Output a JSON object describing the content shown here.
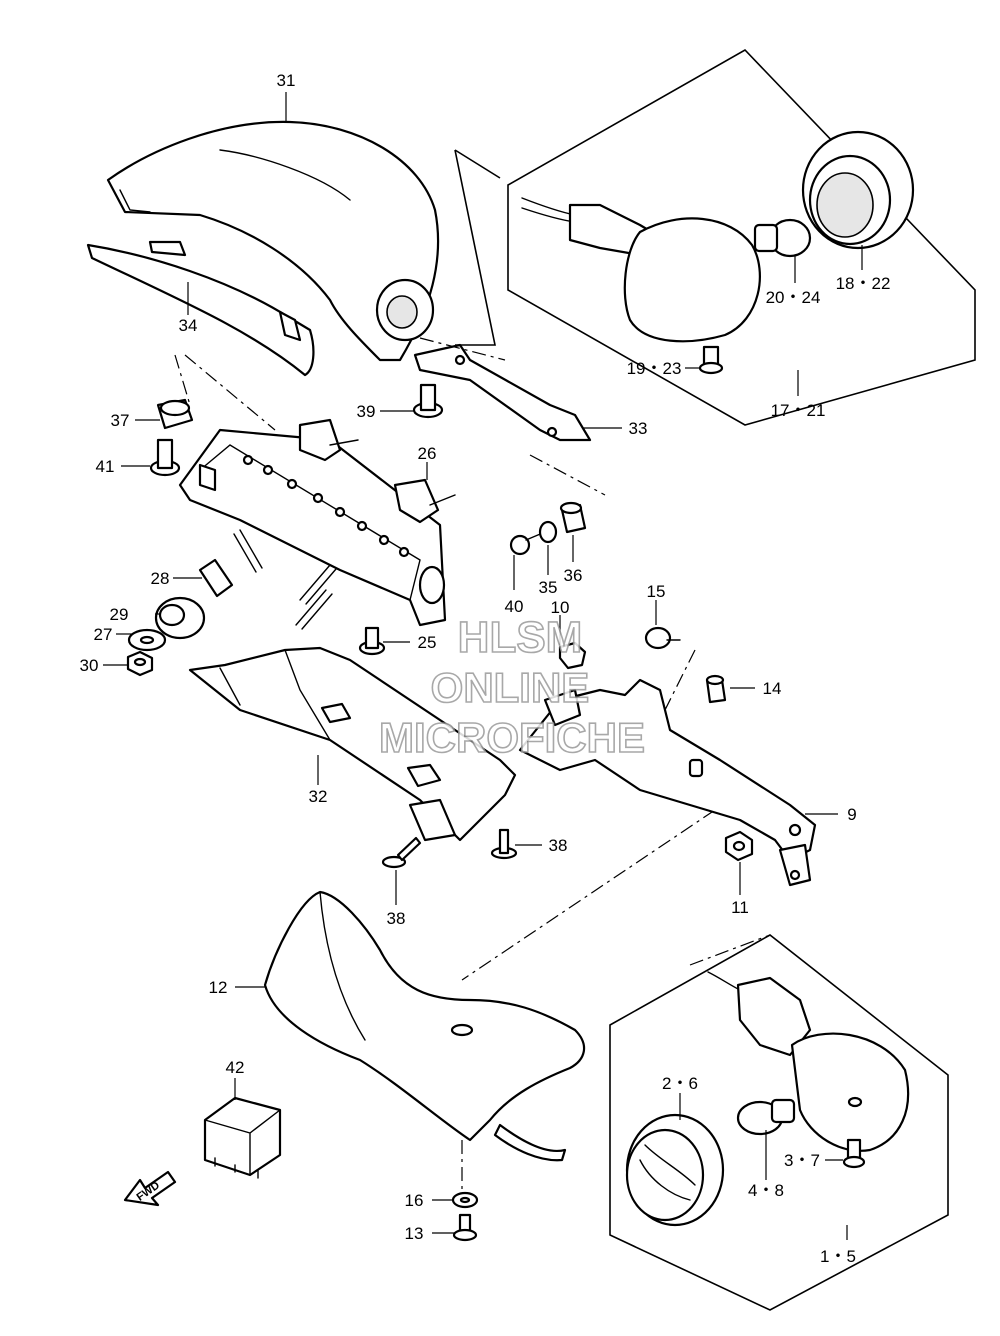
{
  "labels": {
    "p31": "31",
    "p34": "34",
    "p37": "37",
    "p41": "41",
    "p39": "39",
    "p26": "26",
    "p33": "33",
    "p28": "28",
    "p29": "29",
    "p27": "27",
    "p30": "30",
    "p25": "25",
    "p40": "40",
    "p35": "35",
    "p36": "36",
    "p10": "10",
    "p15": "15",
    "p14": "14",
    "p9": "9",
    "p11": "11",
    "p32": "32",
    "p38a": "38",
    "p38b": "38",
    "p12": "12",
    "p42": "42",
    "p16": "16",
    "p13": "13",
    "p2_6": "2・6",
    "p3_7": "3・7",
    "p4_8": "4・8",
    "p1_5": "1・5",
    "p19_23": "19・23",
    "p20_24": "20・24",
    "p18_22": "18・22",
    "p17_21": "17・21"
  },
  "watermark": {
    "line1": "HLSM",
    "line2": "ONLINE",
    "line3": "MICROFICHE"
  },
  "fwd_badge": "FWD"
}
